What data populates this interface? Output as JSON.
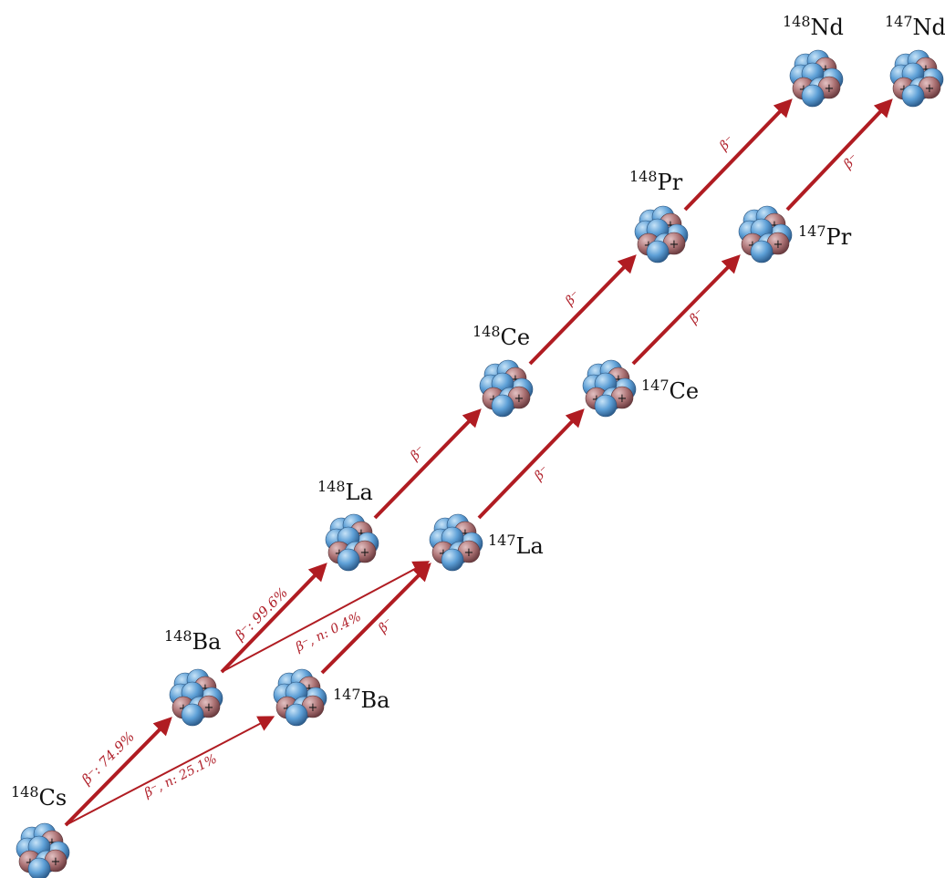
{
  "colors": {
    "arrow": "#b01c22",
    "arrow_label": "#b0202a",
    "proton": "#b07b7d",
    "neutron": "#5b9bd2"
  },
  "nuclides": {
    "cs148": {
      "mass": "148",
      "symbol": "Cs"
    },
    "ba148": {
      "mass": "148",
      "symbol": "Ba"
    },
    "ba147": {
      "mass": "147",
      "symbol": "Ba"
    },
    "la148": {
      "mass": "148",
      "symbol": "La"
    },
    "la147": {
      "mass": "147",
      "symbol": "La"
    },
    "ce148": {
      "mass": "148",
      "symbol": "Ce"
    },
    "ce147": {
      "mass": "147",
      "symbol": "Ce"
    },
    "pr148": {
      "mass": "148",
      "symbol": "Pr"
    },
    "pr147": {
      "mass": "147",
      "symbol": "Pr"
    },
    "nd148": {
      "mass": "148",
      "symbol": "Nd"
    },
    "nd147": {
      "mass": "147",
      "symbol": "Nd"
    }
  },
  "decays": [
    {
      "id": "cs148-ba148",
      "label": "β⁻: 74.9%"
    },
    {
      "id": "cs148-ba147",
      "label": "β⁻, n: 25.1%"
    },
    {
      "id": "ba148-la148",
      "label": "β⁻: 99.6%"
    },
    {
      "id": "ba148-la147",
      "label": "β⁻, n: 0.4%"
    },
    {
      "id": "ba147-la147",
      "label": "β⁻"
    },
    {
      "id": "la148-ce148",
      "label": "β⁻"
    },
    {
      "id": "la147-ce147",
      "label": "β⁻"
    },
    {
      "id": "ce148-pr148",
      "label": "β⁻"
    },
    {
      "id": "ce147-pr147",
      "label": "β⁻"
    },
    {
      "id": "pr148-nd148",
      "label": "β⁻"
    },
    {
      "id": "pr147-nd147",
      "label": "β⁻"
    }
  ]
}
